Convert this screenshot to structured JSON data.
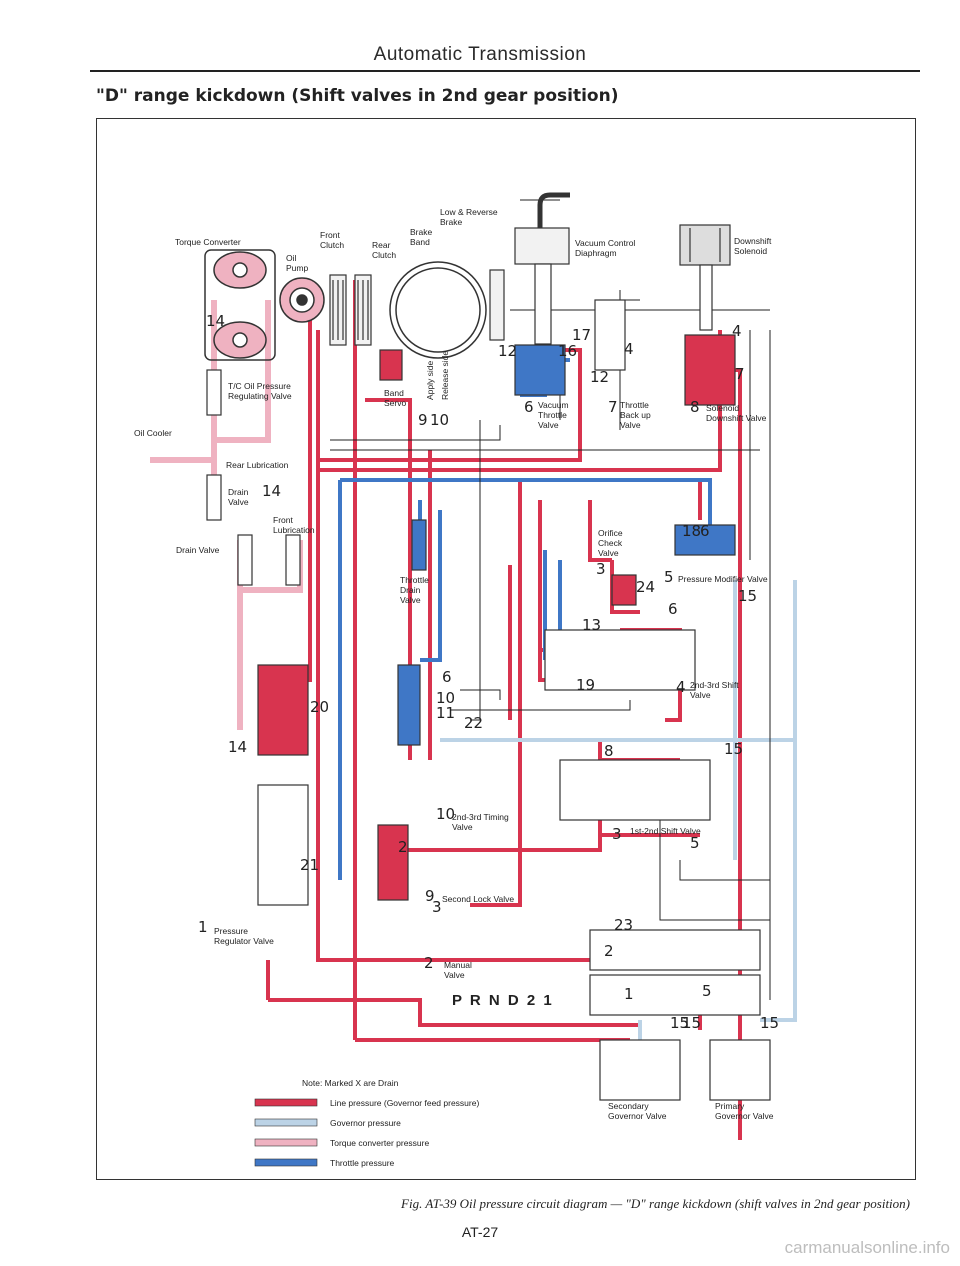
{
  "header": {
    "title": "Automatic Transmission"
  },
  "subtitle": "\"D\" range kickdown (Shift valves in 2nd gear position)",
  "labels": {
    "torque_converter": "Torque Converter",
    "oil_pump": "Oil\nPump",
    "front_clutch": "Front\nClutch",
    "rear_clutch": "Rear\nClutch",
    "low_reverse_brake": "Low & Reverse\nBrake",
    "brake_band": "Brake\nBand",
    "vacuum_control": "Vacuum Control\nDiaphragm",
    "downshift_solenoid": "Downshift\nSolenoid",
    "tc_oil_pressure": "T/C Oil Pressure\nRegulating Valve",
    "oil_cooler": "Oil Cooler",
    "band_servo": "Band\nServo",
    "apply_side": "Apply side",
    "release_side": "Release side",
    "vacuum_throttle": "Vacuum\nThrottle\nValve",
    "throttle_backup": "Throttle\nBack up\nValve",
    "solenoid_downshift": "Solenoid\nDownshift Valve",
    "rear_lubrication": "Rear Lubrication",
    "drain_valve_1": "Drain\nValve",
    "front_lubrication": "Front\nLubrication",
    "drain_valve_2": "Drain Valve",
    "throttle_drain": "Throttle\nDrain\nValve",
    "orifice_check": "Orifice\nCheck\nValve",
    "pressure_modifier": "Pressure Modifier Valve",
    "shift_23": "2nd-3rd Shift\nValve",
    "timing_23": "2nd-3rd Timing\nValve",
    "shift_12": "1st-2nd Shift Valve",
    "second_lock": "Second Lock Valve",
    "pressure_regulator": "Pressure\nRegulator Valve",
    "manual_valve": "Manual\nValve",
    "prnd": "P R N D 2 1",
    "secondary_governor": "Secondary\nGovernor Valve",
    "primary_governor": "Primary\nGovernor Valve"
  },
  "circled": {
    "c1": "1",
    "c2": "2",
    "c3": "3",
    "c4": "4",
    "c5": "5",
    "c6": "6",
    "c7": "7",
    "c8": "8",
    "c9": "9",
    "c10": "10"
  },
  "line_numbers": {
    "n14a": "14",
    "n14b": "14",
    "n14c": "14",
    "n12": "12",
    "n12b": "12",
    "n16": "16",
    "n17": "17",
    "n4": "4",
    "n4b": "4",
    "n7": "7",
    "n9": "9",
    "n10": "10",
    "n18": "18",
    "n6": "6",
    "n6b": "6",
    "n6c": "6",
    "n3": "3",
    "n24": "24",
    "n15": "15",
    "n15b": "15",
    "n15c": "15",
    "n15d": "15",
    "n13": "13",
    "n19": "19",
    "n10b": "10",
    "n11": "11",
    "n22": "22",
    "n20": "20",
    "n21": "21",
    "n5": "5",
    "n5b": "5",
    "n8": "8",
    "n2": "2",
    "n23": "23",
    "n1": "1",
    "n2b": "2",
    "n3b": "3",
    "n15e": "15"
  },
  "note": "Note: Marked X are Drain",
  "legend": [
    {
      "label": "Line pressure (Governor feed pressure)",
      "color": "#d8344f"
    },
    {
      "label": "Governor pressure",
      "color": "#bcd3e6"
    },
    {
      "label": "Torque converter pressure",
      "color": "#efb2c1"
    },
    {
      "label": "Throttle pressure",
      "color": "#3f77c6"
    }
  ],
  "colors": {
    "line": "#d8344f",
    "governor": "#bcd3e6",
    "converter": "#efb2c1",
    "throttle": "#3f77c6"
  },
  "caption": "Fig. AT-39 Oil pressure circuit diagram — \"D\" range kickdown (shift valves in 2nd gear position)",
  "page_number": "AT-27",
  "watermark": "carmanualsonline.info"
}
